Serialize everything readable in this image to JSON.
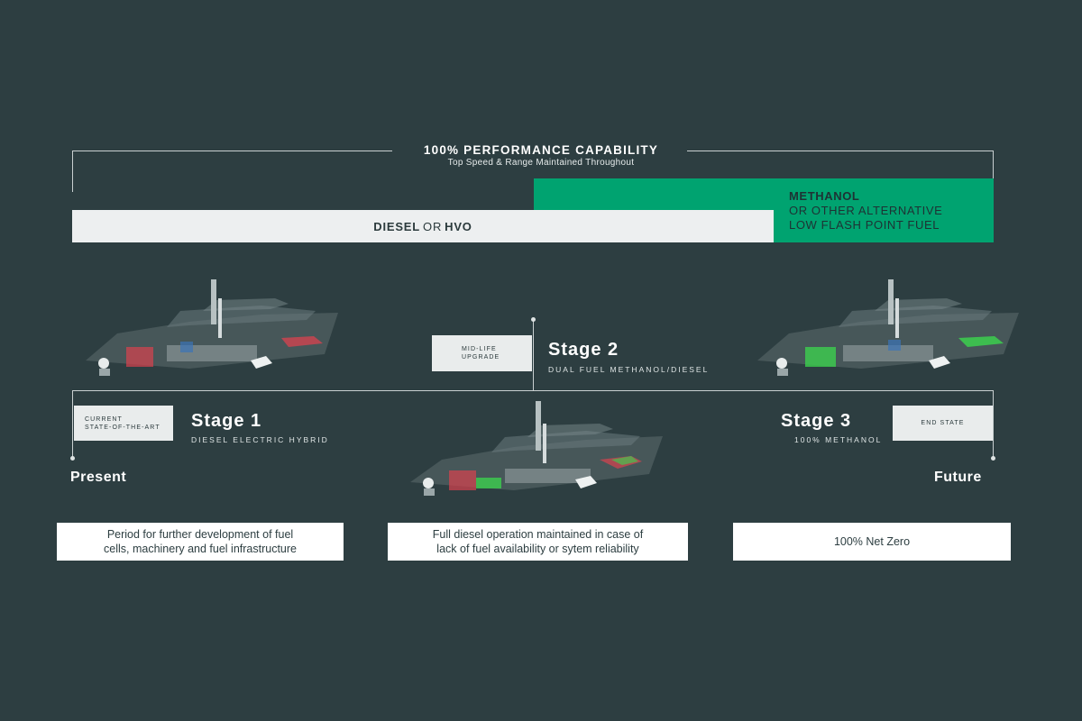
{
  "performance": {
    "title": "100% PERFORMANCE CAPABILITY",
    "subtitle": "Top Speed & Range  Maintained Throughout"
  },
  "fuel": {
    "diesel_bold": "DIESEL",
    "diesel_or": "OR",
    "diesel_hvo": "HVO",
    "methanol_title": "METHANOL",
    "methanol_line1": "OR OTHER ALTERNATIVE",
    "methanol_line2": "LOW FLASH POINT FUEL"
  },
  "stages": [
    {
      "box_line1": "CURRENT",
      "box_line2": "STATE-OF-THE-ART",
      "title": "Stage 1",
      "subtitle": "DIESEL ELECTRIC HYBRID"
    },
    {
      "box_line1": "MID-LIFE",
      "box_line2": "UPGRADE",
      "title": "Stage 2",
      "subtitle": "DUAL FUEL METHANOL/DIESEL"
    },
    {
      "box_line1": "END STATE",
      "title": "Stage 3",
      "subtitle": "100% METHANOL"
    }
  ],
  "timeline": {
    "start": "Present",
    "end": "Future"
  },
  "notes": [
    {
      "line1": "Period for further development of fuel",
      "line2": "cells, machinery and fuel infrastructure"
    },
    {
      "line1": "Full diesel operation maintained in case of",
      "line2": "lack of fuel availability or sytem reliability"
    },
    {
      "line1": "100% Net Zero"
    }
  ],
  "colors": {
    "background": "#2d3e41",
    "methanol_green": "#00a370",
    "diesel_red": "#d9414f",
    "methanol_tank_green": "#3ccf4e",
    "bar_light": "#edeff0"
  }
}
